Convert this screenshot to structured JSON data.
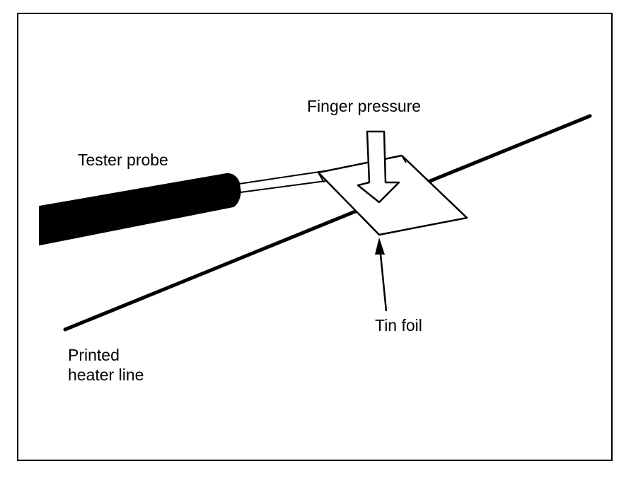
{
  "labels": {
    "finger_pressure": "Finger pressure",
    "tester_probe": "Tester probe",
    "tin_foil": "Tin foil",
    "printed_heater_line": [
      "Printed",
      "heater line"
    ]
  },
  "colors": {
    "ink": "#000000",
    "paper": "#ffffff"
  }
}
